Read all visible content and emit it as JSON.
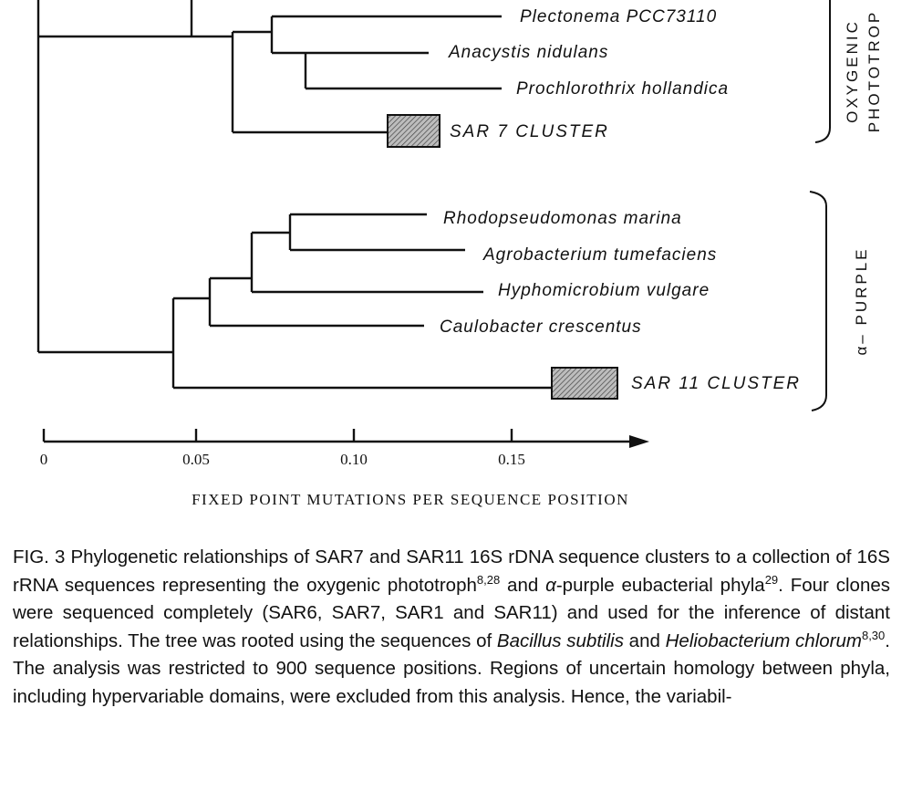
{
  "figure": {
    "taxa": [
      "Plectonema PCC73110",
      "Anacystis nidulans",
      "Prochlorothrix hollandica",
      "SAR 7 CLUSTER",
      "Rhodopseudomonas marina",
      "Agrobacterium tumefaciens",
      "Hyphomicrobium vulgare",
      "Caulobacter crescentus",
      "SAR 11 CLUSTER"
    ],
    "groups": {
      "oxygenic": [
        "OXYGENIC",
        "PHOTOTROP"
      ],
      "alpha_purple": "α– PURPLE"
    },
    "axis": {
      "ticks": [
        "0",
        "0.05",
        "0.10",
        "0.15"
      ],
      "title": "FIXED POINT MUTATIONS PER SEQUENCE POSITION"
    },
    "caption": {
      "p1": "FIG. 3 Phylogenetic relationships of SAR7 and SAR11 16S rDNA sequence clusters to a collection of 16S rRNA sequences representing the oxygenic phototroph",
      "ref1": "8,28",
      "p2": " and ",
      "alpha": "α",
      "p3": "-purple eubacterial phyla",
      "ref2": "29",
      "p4": ". Four clones were sequenced completely (SAR6, SAR7, SAR1 and SAR11) and used for the inference of distant relationships. The tree was rooted using the sequences of ",
      "it1": "Bacillus subtilis",
      "p5": " and ",
      "it2": "Heliobacterium chlorum",
      "ref3": "8,30",
      "p6": ". The analysis was restricted to 900 sequence positions. Regions of uncertain homology between phyla, including hypervariable domains, were excluded from this analysis. Hence, the variabil-"
    }
  }
}
